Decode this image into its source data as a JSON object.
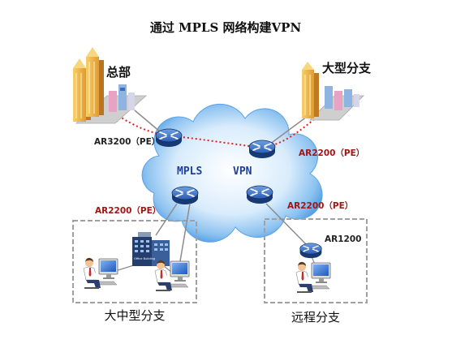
{
  "title": "通过 MPLS 网络构建VPN",
  "cloud": {
    "left_label": "MPLS",
    "right_label": "VPN"
  },
  "sites": {
    "headquarters": "总部",
    "large_branch": "大型分支",
    "medium_large_branch": "大中型分支",
    "remote_branch": "远程分支"
  },
  "devices": {
    "headquarters_pe": "AR3200（PE）",
    "large_branch_pe": "AR2200（PE）",
    "medium_large_branch_pe": "AR2200（PE）",
    "remote_branch_pe": "AR2200（PE）",
    "remote_branch_cpe": "AR1200"
  },
  "office_building": {
    "sign": "Office Building"
  },
  "colors": {
    "pe_label": "#a31515",
    "cloud_label": "#1f3f9e",
    "vpn_path": "#e0201c",
    "cloud_edge": "#3a8ee0",
    "router": "#1f4e9c",
    "site_box_border": "#a0a0a0",
    "link": "#8c8c8c"
  },
  "icons": [
    "cloud-icon",
    "router-icon",
    "building-icon",
    "office-building-icon",
    "pc-user-icon"
  ]
}
